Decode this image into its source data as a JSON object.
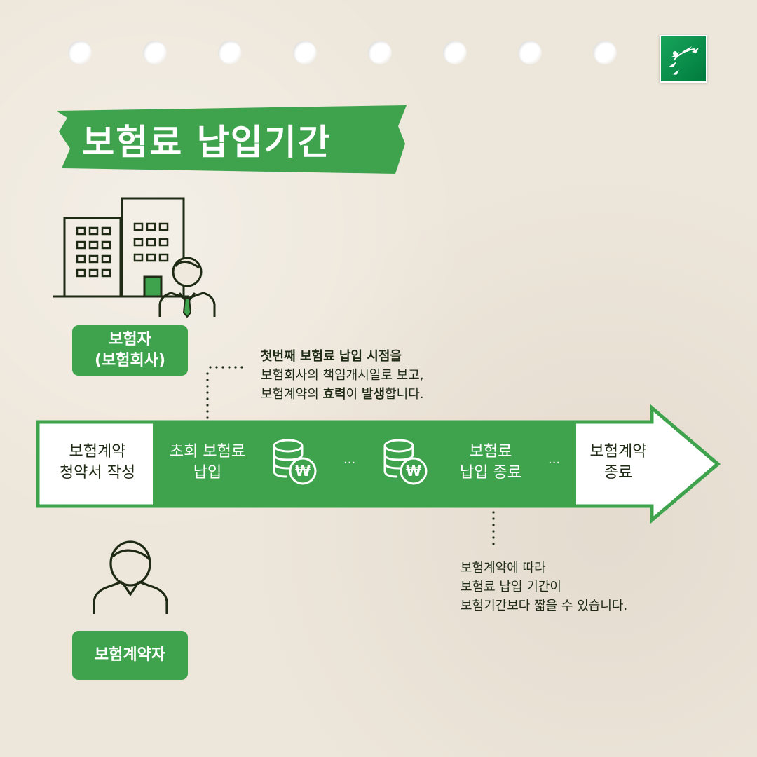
{
  "title": "보험료 납입기간",
  "brand_colors": {
    "green": "#3fa34d",
    "dark_outline": "#1e2a14",
    "paper": "#ede6da"
  },
  "icons": [
    "building-icon",
    "businessman-icon",
    "coin-stack-won-icon",
    "person-icon",
    "bank-logo-icon"
  ],
  "insurer_badge": {
    "line1": "보험자",
    "line2": "(보험회사)"
  },
  "policyholder_badge": {
    "label": "보험계약자"
  },
  "top_note": {
    "line1": "첫번째 보험료 납입 시점을",
    "line2": "보험회사의 책임개시일로 보고,",
    "line3_prefix": "보험계약의 ",
    "line3_bold1": "효력",
    "line3_mid": "이 ",
    "line3_bold2": "발생",
    "line3_suffix": "합니다."
  },
  "bottom_note": {
    "line1": "보험계약에 따라",
    "line2": "보험료 납입 기간이",
    "line3": "보험기간보다 짧을 수 있습니다."
  },
  "timeline": {
    "step1": {
      "line1": "보험계약",
      "line2": "청약서 작성"
    },
    "step2": {
      "line1": "초회 보험료",
      "line2": "납입"
    },
    "ellipsis1": "...",
    "ellipsis2": "...",
    "step3": {
      "line1": "보험료",
      "line2": "납입 종료"
    },
    "step4": {
      "line1": "보험계약",
      "line2": "종료"
    },
    "currency_symbol": "₩"
  }
}
